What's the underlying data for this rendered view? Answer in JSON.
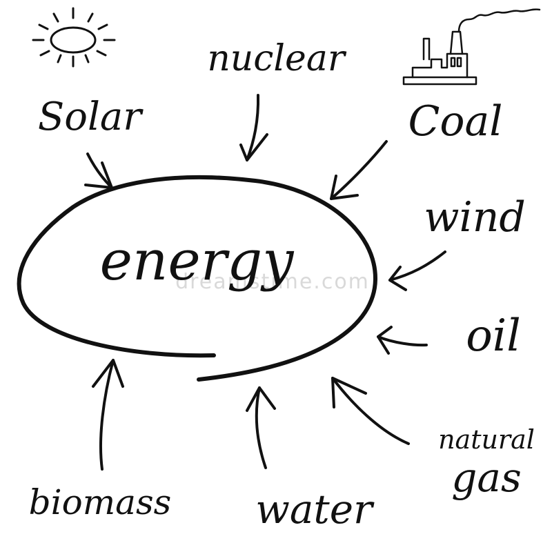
{
  "center": {
    "label": "energy"
  },
  "sources": [
    {
      "id": "solar",
      "label": "Solar"
    },
    {
      "id": "nuclear",
      "label": "nuclear"
    },
    {
      "id": "coal",
      "label": "Coal"
    },
    {
      "id": "wind",
      "label": "wind"
    },
    {
      "id": "oil",
      "label": "oil"
    },
    {
      "id": "natural-gas",
      "label": "natural gas"
    },
    {
      "id": "water",
      "label": "water"
    },
    {
      "id": "biomass",
      "label": "biomass"
    }
  ],
  "watermark": "dreamstime.com",
  "icons": {
    "solar": "sun-icon",
    "coal": "factory-icon"
  },
  "colors": {
    "ink": "#111111",
    "background": "#ffffff",
    "watermark": "#d9d9d9"
  }
}
